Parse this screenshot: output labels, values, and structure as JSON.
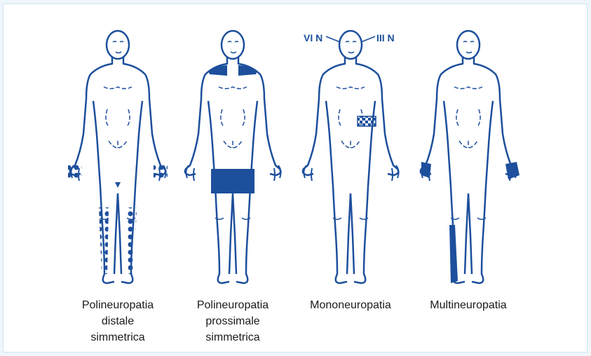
{
  "colors": {
    "outline": "#1d4f9c",
    "fill": "#1d4f9c",
    "panel_border": "#cfe3ef",
    "background": "#eef6fb"
  },
  "figures": [
    {
      "id": "distal",
      "caption_lines": [
        "Polineuropatia",
        "distale",
        "simmetrica"
      ]
    },
    {
      "id": "proximal",
      "caption_lines": [
        "Polineuropatia",
        "prossimale",
        "simmetrica"
      ]
    },
    {
      "id": "mono",
      "caption_lines": [
        "Mononeuropatia"
      ]
    },
    {
      "id": "multi",
      "caption_lines": [
        "Multineuropatia"
      ]
    }
  ],
  "nerve_labels": {
    "left": "VI N",
    "right": "III N"
  }
}
